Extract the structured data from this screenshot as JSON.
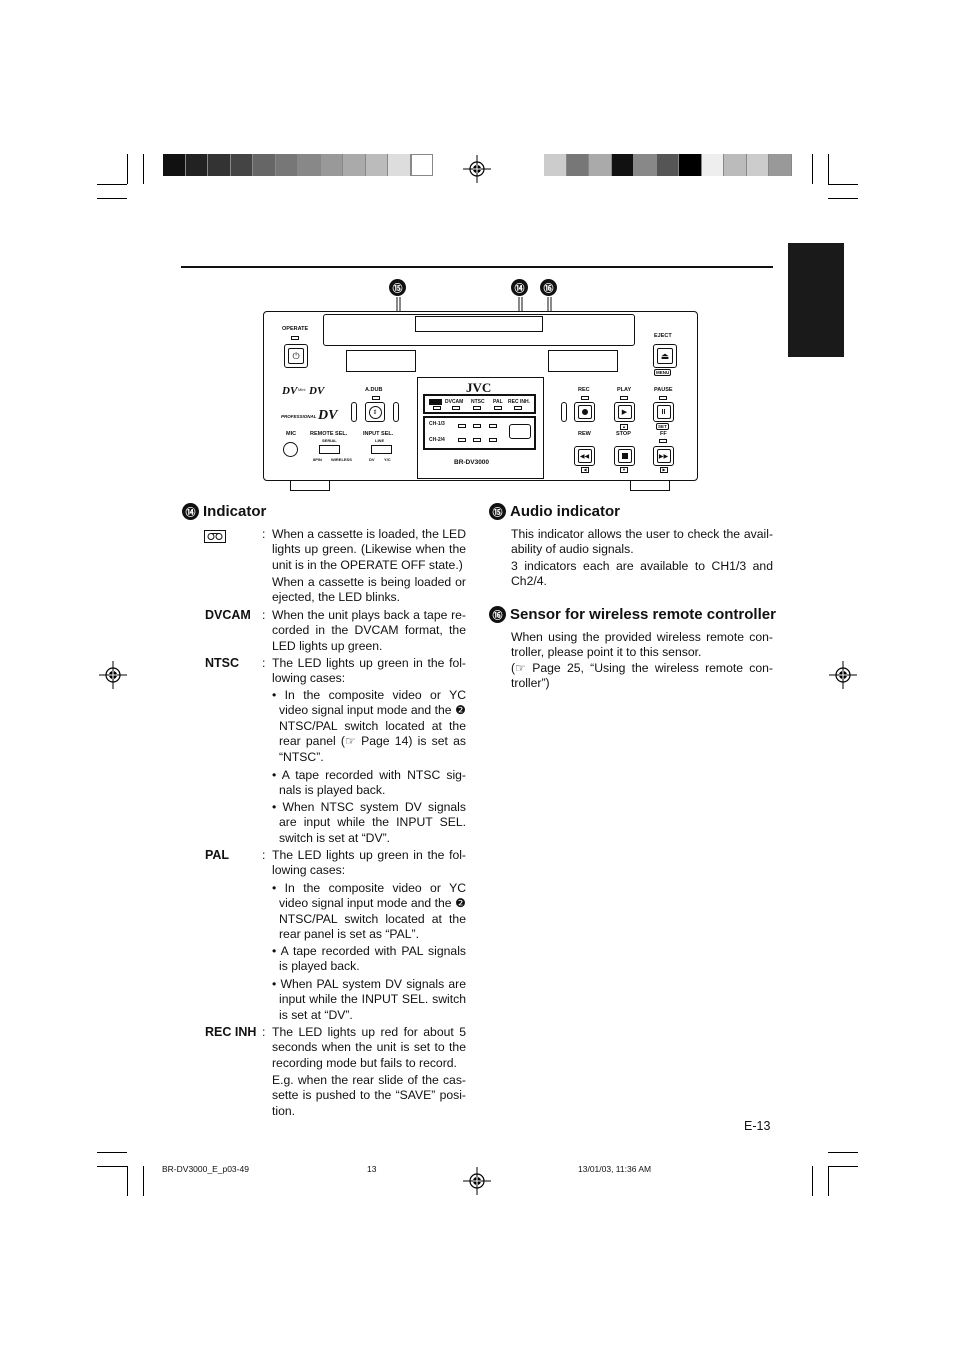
{
  "device": {
    "callouts": [
      "⑮",
      "⑭",
      "⑯"
    ],
    "labels": {
      "operate": "OPERATE",
      "eject": "EJECT",
      "menu": "MENU",
      "adub": "A.DUB",
      "rec": "REC",
      "play": "PLAY",
      "pause": "PAUSE",
      "rew": "REW",
      "stop": "STOP",
      "ff": "FF",
      "set": "SET",
      "mic": "MIC",
      "remote_sel": "REMOTE SEL.",
      "serial": "SERIAL",
      "spin": "8PIN",
      "wireless": "WIRELESS",
      "input_sel": "INPUT SEL.",
      "line": "LINE",
      "dv": "DV",
      "yc": "Y/C",
      "brand": "JVC",
      "dvcam": "DVCAM",
      "ntsc": "NTSC",
      "pal": "PAL",
      "rec_inh": "REC INH.",
      "ch13": "CH-1/3",
      "ch24": "CH-2/4",
      "model": "BR-DV3000",
      "professional": "PROFESSIONAL",
      "dv_logo": "DV",
      "mini": "Mini",
      "dv_logo2": "DV",
      "dv_big": "DV"
    }
  },
  "indicator": {
    "number": "⑭",
    "title": "Indicator",
    "items": [
      {
        "term": "",
        "icon": "cassette-icon",
        "paragraphs": [
          "When a cassette is loaded, the LED lights up green. (Likewise when the unit is in the OPERATE OFF state.)",
          "When a cassette is being loaded or ejected, the LED blinks."
        ]
      },
      {
        "term": "DVCAM",
        "paragraphs": [
          "When the unit plays back a tape re-corded in the DVCAM format, the LED lights up green."
        ]
      },
      {
        "term": "NTSC",
        "paragraphs": [
          "The LED lights up green in the fol-lowing cases:"
        ],
        "bullets": [
          "• In the composite video or YC video signal input mode and the ❷ NTSC/PAL switch located at the rear panel (☞ Page 14) is set as “NTSC”.",
          "• A tape recorded with NTSC sig-nals is played back.",
          "• When NTSC system DV signals are input while the INPUT SEL. switch is set at “DV”."
        ]
      },
      {
        "term": "PAL",
        "paragraphs": [
          "The LED lights up green in the fol-lowing cases:"
        ],
        "bullets": [
          "• In the composite video or YC video signal input mode and the ❷ NTSC/PAL switch located at the rear panel is set as “PAL”.",
          "• A tape recorded with PAL signals is played back.",
          "• When PAL system DV signals are input while the INPUT SEL. switch is set at “DV”."
        ]
      },
      {
        "term": "REC INH",
        "paragraphs": [
          "The LED lights up red for about 5 seconds when the unit is set to the recording mode but fails to record.",
          "E.g. when the rear slide of the cas-sette is pushed to the “SAVE” posi-tion."
        ]
      }
    ]
  },
  "audio": {
    "number": "⑮",
    "title": "Audio indicator",
    "p1": "This indicator allows the user to check the avail-ability of audio signals.",
    "p2": "3 indicators each are available to CH1/3 and Ch2/4."
  },
  "sensor": {
    "number": "⑯",
    "title": "Sensor for wireless remote controller",
    "p1": "When using the provided wireless remote con-troller, please point it to this sensor.",
    "p2": "(☞ Page 25, “Using the wireless remote con-troller”)"
  },
  "page_number": "E-13",
  "footer": {
    "file": "BR-DV3000_E_p03-49",
    "page": "13",
    "date": "13/01/03, 11:36 AM"
  }
}
